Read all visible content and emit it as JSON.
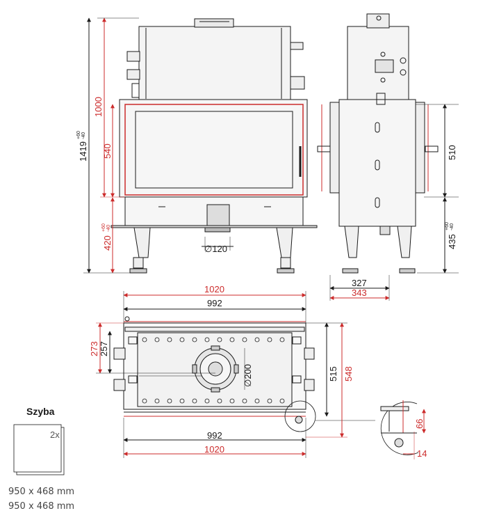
{
  "front_view": {
    "height_total": "1419",
    "height_total_tol_plus": "+60",
    "height_total_tol_minus": "-40",
    "height_body": "1000",
    "glass_height": "540",
    "leg_height": "420",
    "leg_tol_plus": "+60",
    "leg_tol_minus": "-40",
    "flue_diameter": "∅120"
  },
  "side_view": {
    "glass_height": "510",
    "leg_height": "435",
    "leg_tol_plus": "+60",
    "leg_tol_minus": "-40",
    "depth_inner": "327",
    "depth_outer": "343"
  },
  "top_view": {
    "width_outer_top": "1020",
    "width_inner_top": "992",
    "width_inner_bottom": "992",
    "width_outer_bottom": "1020",
    "depth_273": "273",
    "depth_257": "257",
    "depth_515": "515",
    "depth_548": "548",
    "flue_diameter": "∅200"
  },
  "detail_view": {
    "dim_66": "66",
    "dim_14": "14"
  },
  "glass": {
    "title": "Szyba",
    "quantity": "2x",
    "size_1": "950 x 468 mm",
    "size_2": "950 x 468 mm"
  },
  "colors": {
    "line": "#1a1a1a",
    "dimension_red": "#cc2b2b",
    "fill_gray": "#e8e8e8"
  }
}
